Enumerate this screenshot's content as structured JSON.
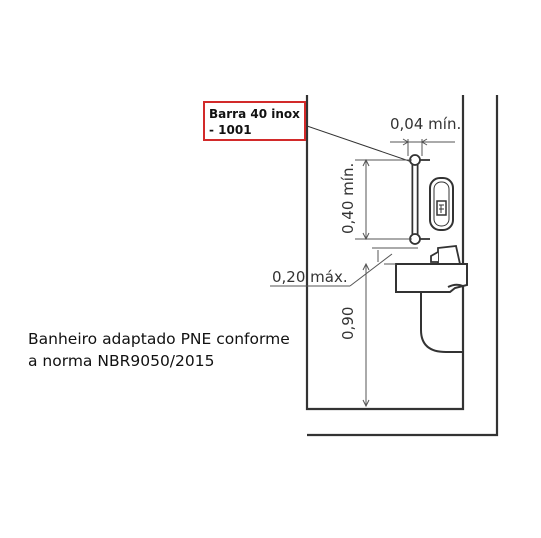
{
  "label_box": {
    "line1": "Barra 40 inox",
    "line2": "- 1001"
  },
  "caption": {
    "line1": "Banheiro adaptado PNE conforme",
    "line2": "a norma NBR9050/2015"
  },
  "dimensions": {
    "wall_gap": "0,04 mín.",
    "grab_bar_length": "0,40 mín.",
    "bar_to_sink": "0,20 máx.",
    "height": "0,90"
  },
  "colors": {
    "callout_border": "#d22a2a",
    "line": "#333333"
  },
  "icons": [
    "grab-bar-icon",
    "washbasin-icon",
    "soap-dispenser-icon",
    "faucet-icon"
  ]
}
